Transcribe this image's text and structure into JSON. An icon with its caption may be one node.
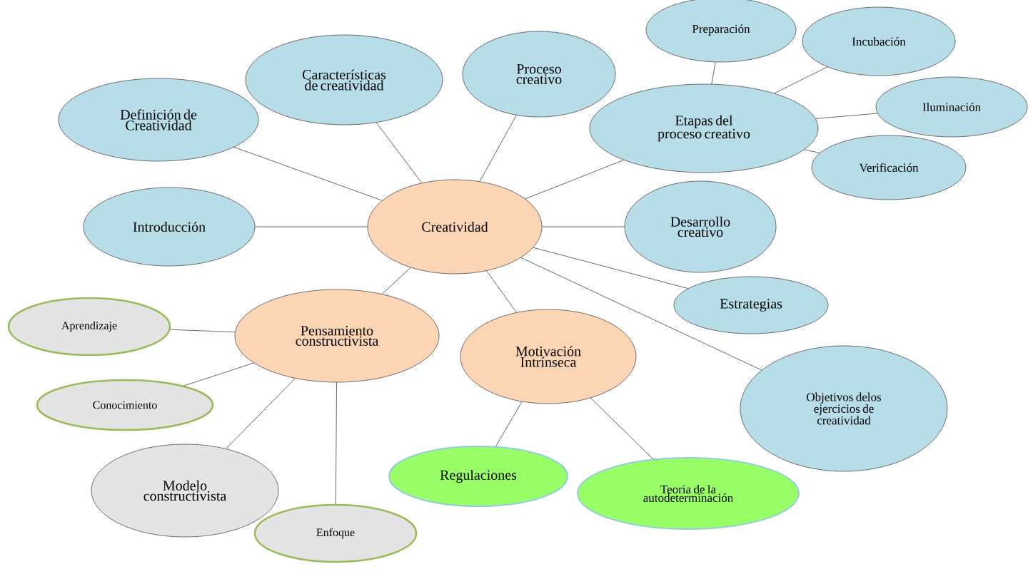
{
  "diagram": {
    "nodes": [
      {
        "text": [
          "Creatividad"
        ]
      },
      {
        "text": [
          "Definición de Creatividad"
        ]
      },
      {
        "text": [
          "Características de creatividad"
        ]
      },
      {
        "text": [
          "Proceso creativo"
        ]
      },
      {
        "text": [
          "Etapas del proceso creativo"
        ]
      },
      {
        "text": [
          "Preparación"
        ]
      },
      {
        "text": [
          "Incubación"
        ]
      },
      {
        "text": [
          "Iluminación"
        ]
      },
      {
        "text": [
          "Verificación"
        ]
      },
      {
        "text": [
          "Introducción"
        ]
      },
      {
        "text": [
          "Desarrollo creativo"
        ]
      },
      {
        "text": [
          "Estrategias"
        ]
      },
      {
        "text": [
          "Objetivos delos ejercicios de creatividad"
        ]
      },
      {
        "text": [
          "Pensamiento constructivista"
        ]
      },
      {
        "text": [
          "Motivación Intrínseca"
        ]
      },
      {
        "text": [
          "Aprendizaje"
        ]
      },
      {
        "text": [
          "Conocimiento"
        ]
      },
      {
        "text": [
          "Modelo constructivista"
        ]
      },
      {
        "text": [
          "Enfoque"
        ]
      },
      {
        "text": [
          "Regulaciones"
        ]
      },
      {
        "text": [
          "Teoria de la autodeterminación"
        ]
      }
    ],
    "edges": [
      {
        "from": 0,
        "to": 1,
        "arrow": "none"
      },
      {
        "from": 0,
        "to": 2,
        "arrow": "none"
      },
      {
        "from": 0,
        "to": 3,
        "arrow": "none"
      },
      {
        "from": 0,
        "to": 4,
        "arrow": "none"
      },
      {
        "from": 4,
        "to": 5,
        "arrow": "none"
      },
      {
        "from": 4,
        "to": 6,
        "arrow": "none"
      },
      {
        "from": 4,
        "to": 7,
        "arrow": "none"
      },
      {
        "from": 4,
        "to": 8,
        "arrow": "none"
      },
      {
        "from": 0,
        "to": 9,
        "arrow": "none"
      },
      {
        "from": 0,
        "to": 10,
        "arrow": "none"
      },
      {
        "from": 0,
        "to": 11,
        "arrow": "none"
      },
      {
        "from": 0,
        "to": 12,
        "arrow": "none"
      },
      {
        "from": 0,
        "to": 13,
        "arrow": "none"
      },
      {
        "from": 0,
        "to": 14,
        "arrow": "none"
      },
      {
        "from": 13,
        "to": 15,
        "arrow": "none"
      },
      {
        "from": 13,
        "to": 16,
        "arrow": "none"
      },
      {
        "from": 13,
        "to": 17,
        "arrow": "none"
      },
      {
        "from": 13,
        "to": 18,
        "arrow": "none"
      },
      {
        "from": 14,
        "to": 19,
        "arrow": "none"
      },
      {
        "from": 14,
        "to": 20,
        "arrow": "none"
      }
    ]
  }
}
